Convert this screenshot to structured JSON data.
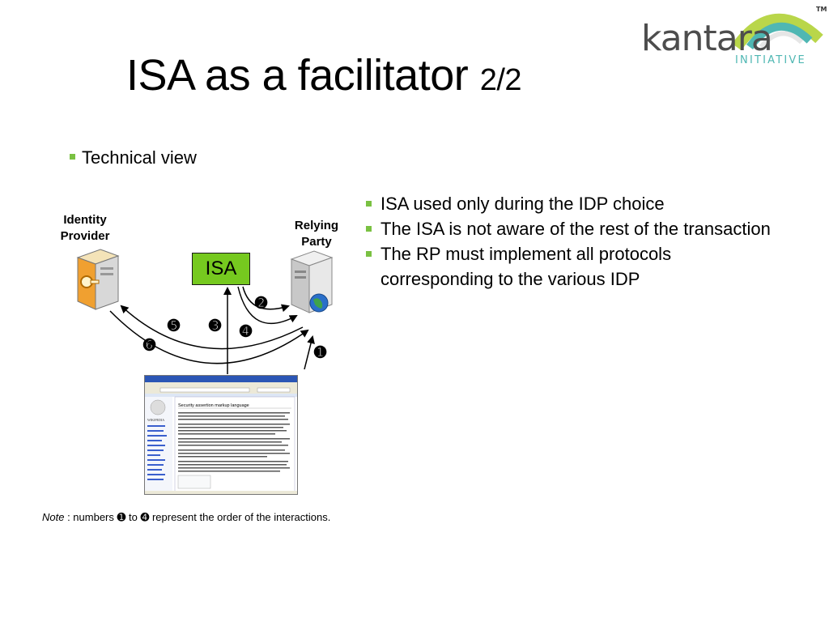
{
  "slide": {
    "title": "ISA as a facilitator",
    "title_suffix": "2/2",
    "bullet_level1": "Technical view",
    "right_bullets": [
      "ISA used only during the IDP choice",
      "The ISA is not aware of the rest of the transaction",
      "The RP must implement all protocols corresponding to the various IDP"
    ],
    "note": {
      "italic": "Note",
      "text": " : numbers ➊ to ➍ represent the order of the interactions."
    }
  },
  "logo": {
    "name": "kantara",
    "sub": "INITIATIVE",
    "tm": "TM"
  },
  "diagram": {
    "idp_label_line1": "Identity",
    "idp_label_line2": "Provider",
    "rp_label_line1": "Relying",
    "rp_label_line2": "Party",
    "isa_label": "ISA",
    "step_labels": [
      "➊",
      "➋",
      "➌",
      "➍",
      "➎",
      "➏"
    ],
    "browser": {
      "page_heading": "Security assertion markup language",
      "site_name": "WIKIPEDIA"
    }
  },
  "colors": {
    "accent_green": "#7ac142",
    "isa_green": "#76c91f",
    "logo_gray": "#4d4d4d",
    "logo_teal": "#4fb7b3"
  }
}
